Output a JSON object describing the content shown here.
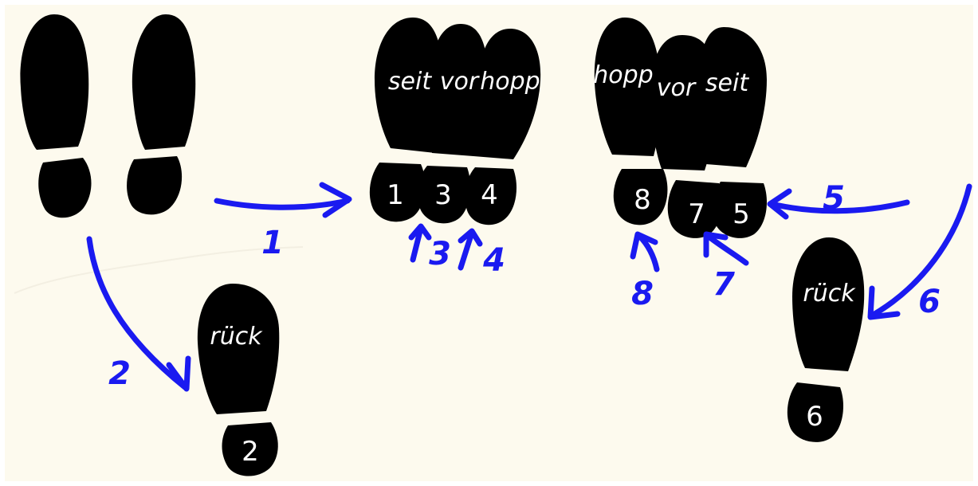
{
  "colors": {
    "paper": "#fdfaee",
    "shoe": "#000000",
    "shoe_text": "#ffffff",
    "arrow": "#1a1af0"
  },
  "start_feet": {
    "labels": []
  },
  "step_2": {
    "sole_word": "rück",
    "heel_number": "2"
  },
  "group_left": {
    "sole_words": [
      "seit",
      "vor",
      "hopp"
    ],
    "heel_numbers": [
      "1",
      "3",
      "4"
    ]
  },
  "group_right": {
    "sole_words": [
      "hopp",
      "vor",
      "seit"
    ],
    "heel_numbers": [
      "8",
      "7",
      "5"
    ]
  },
  "step_6": {
    "sole_word": "rück",
    "heel_number": "6"
  },
  "arrow_labels": {
    "a1": "1",
    "a2": "2",
    "a3": "3",
    "a4": "4",
    "a5": "5",
    "a6": "6",
    "a7": "7",
    "a8": "8"
  }
}
